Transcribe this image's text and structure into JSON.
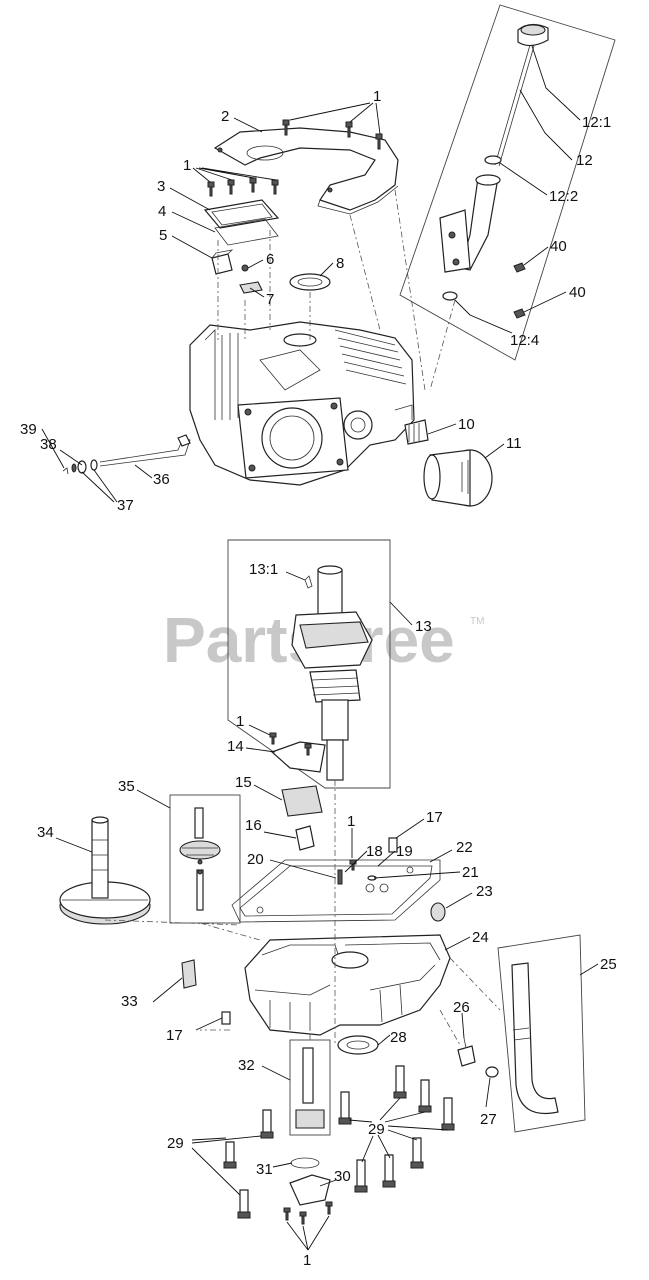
{
  "watermark": {
    "text": "PartsTree",
    "trademark": "TM"
  },
  "callouts": [
    "1",
    "2",
    "1",
    "3",
    "4",
    "5",
    "6",
    "7",
    "8",
    "12:1",
    "12",
    "12:2",
    "40",
    "40",
    "12:4",
    "10",
    "11",
    "38",
    "39",
    "36",
    "37",
    "13:1",
    "13",
    "1",
    "14",
    "15",
    "35",
    "34",
    "16",
    "1",
    "17",
    "18",
    "19",
    "22",
    "20",
    "21",
    "23",
    "24",
    "25",
    "33",
    "17",
    "26",
    "28",
    "32",
    "27",
    "29",
    "29",
    "31",
    "30",
    "1"
  ]
}
